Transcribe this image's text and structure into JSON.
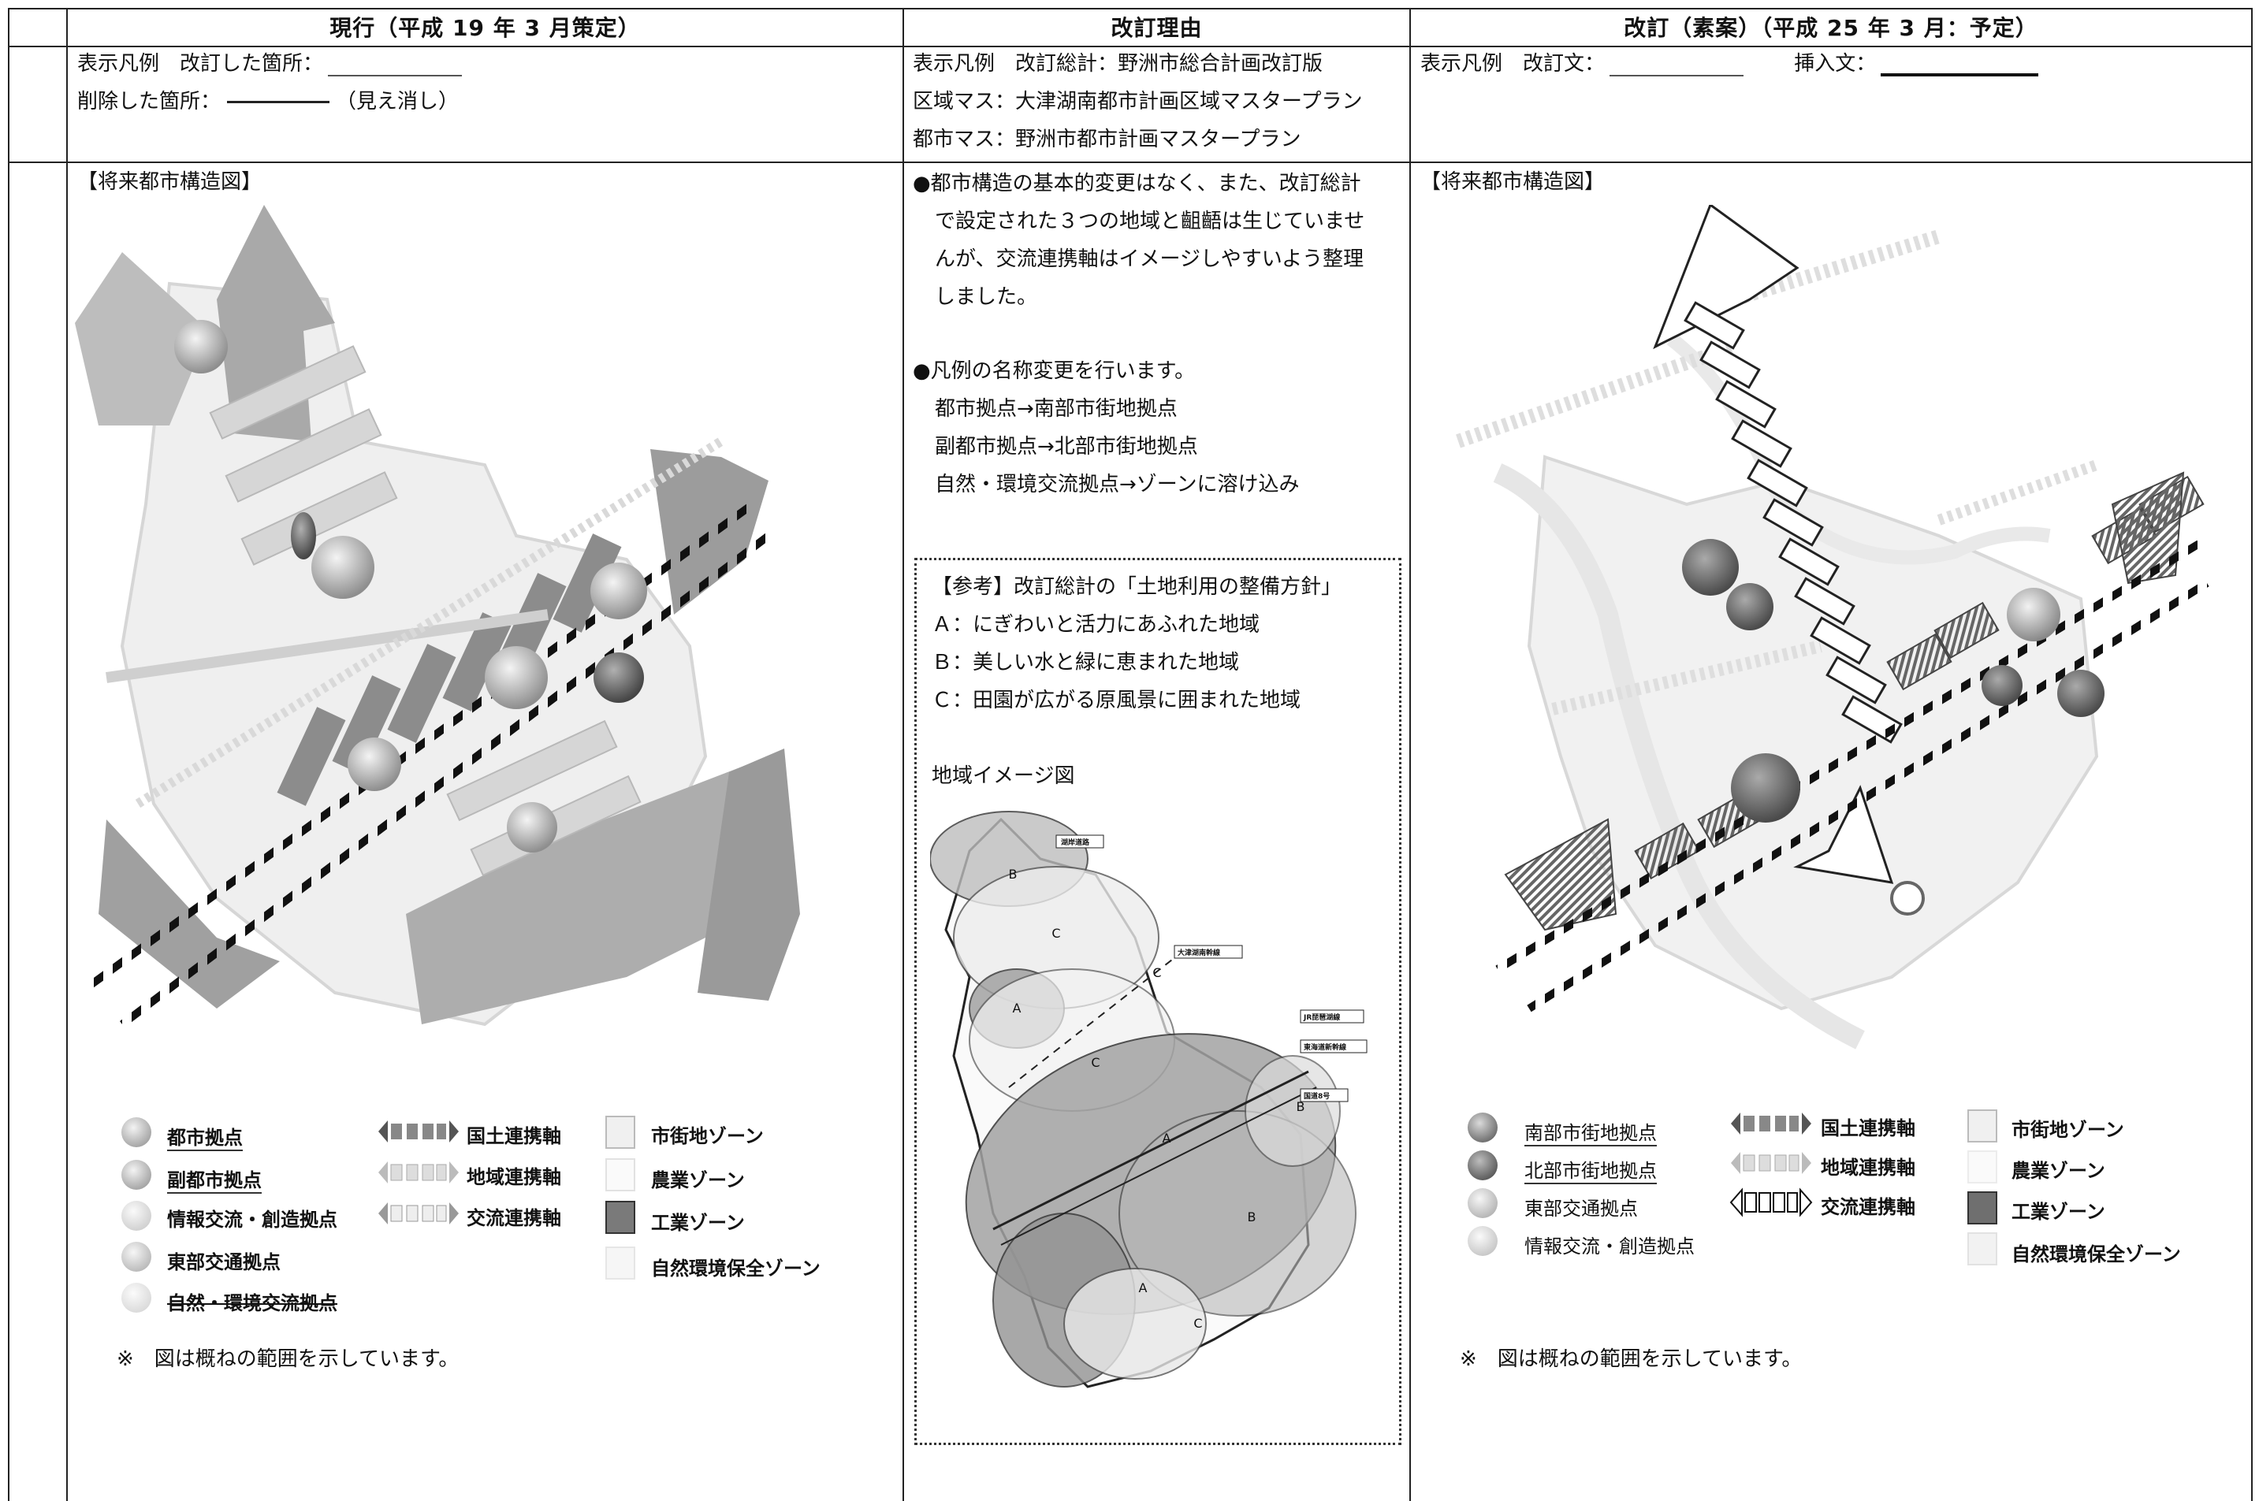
{
  "columns": {
    "current": "現行（平成 19 年 3 月策定）",
    "reason": "改訂理由",
    "revised": "改訂（素案）（平成 25 年 3 月：予定）"
  },
  "legend_row": {
    "current_line1": "表示凡例　改訂した箇所：",
    "current_line2a": "削除した箇所：",
    "current_line2b": "（見え消し）",
    "reason_lines": [
      "表示凡例　改訂総計：野洲市総合計画改訂版",
      "区域マス：大津湖南都市計画区域マスタープラン",
      "都市マス：野洲市都市計画マスタープラン"
    ],
    "revised_a": "表示凡例　改訂文：",
    "revised_b": "挿入文："
  },
  "current": {
    "section_title": "【将来都市構造図】",
    "legend_points": [
      "都市拠点",
      "副都市拠点",
      "情報交流・創造拠点",
      "東部交通拠点",
      "自然・環境交流拠点"
    ],
    "legend_axes": [
      "国土連携軸",
      "地域連携軸",
      "交流連携軸"
    ],
    "legend_zones": [
      "市街地ゾーン",
      "農業ゾーン",
      "工業ゾーン",
      "自然環境保全ゾーン"
    ],
    "note": "※　図は概ねの範囲を示しています。"
  },
  "reason": {
    "para1": [
      "●都市構造の基本的変更はなく、また、改訂総計",
      "で設定された３つの地域と齟齬は生じていませ",
      "んが、交流連携軸はイメージしやすいよう整理",
      "しました。"
    ],
    "para2": [
      "●凡例の名称変更を行います。",
      "都市拠点→南部市街地拠点",
      "副都市拠点→北部市街地拠点",
      "自然・環境交流拠点→ゾーンに溶け込み"
    ],
    "ref_lines": [
      "【参考】改訂総計の「土地利用の整備方針」",
      "Ａ：にぎわいと活力にあふれた地域",
      "Ｂ：美しい水と緑に恵まれた地域",
      "Ｃ：田園が広がる原風景に囲まれた地域"
    ],
    "map_title": "地域イメージ図",
    "map_letters": [
      "B",
      "C",
      "A",
      "C",
      "C",
      "A",
      "B",
      "B",
      "A",
      "C"
    ],
    "map_tags": [
      "湖岸道路",
      "大津湖南幹線",
      "JR琵琶湖線",
      "東海道新幹線",
      "国道8号"
    ]
  },
  "revised": {
    "section_title": "【将来都市構造図】",
    "legend_points": [
      "南部市街地拠点",
      "北部市街地拠点",
      "東部交通拠点",
      "情報交流・創造拠点"
    ],
    "legend_axes": [
      "国土連携軸",
      "地域連携軸",
      "交流連携軸"
    ],
    "legend_zones": [
      "市街地ゾーン",
      "農業ゾーン",
      "工業ゾーン",
      "自然環境保全ゾーン"
    ],
    "note": "※　図は概ねの範囲を示しています。"
  }
}
